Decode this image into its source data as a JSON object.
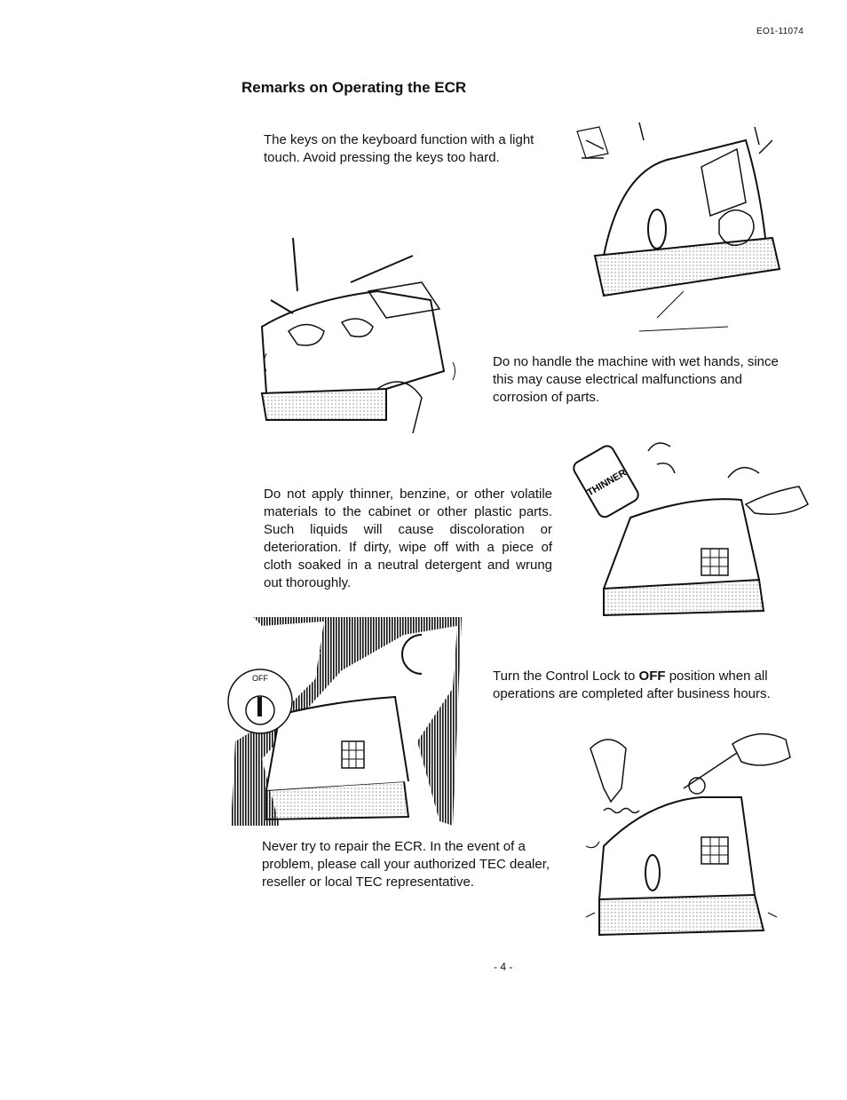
{
  "header": {
    "doc_id": "EO1-11074"
  },
  "section": {
    "title": "Remarks on Operating the ECR"
  },
  "remarks": [
    {
      "text": "The keys on the keyboard function with a light touch. Avoid pressing the keys too hard."
    },
    {
      "text": "Do no handle the machine with wet hands, since this may cause electrical malfunctions and corrosion of parts."
    },
    {
      "text": "Do not apply thinner, benzine, or other volatile materials to the cabinet or other plastic parts. Such liquids will cause discoloration or deterioration. If dirty, wipe off with a piece of cloth soaked in a neutral detergent and wrung out thoroughly."
    },
    {
      "text_before": "Turn the Control Lock to ",
      "text_bold": "OFF",
      "text_after": " position when all operations are completed after business hours."
    },
    {
      "text": "Never try to repair the ECR. In the event of a problem, please call your authorized TEC dealer, reseller or local TEC representative."
    }
  ],
  "illustrations": {
    "thinner_can_label": "THINNER",
    "control_lock_label": "OFF"
  },
  "footer": {
    "page_number": "- 4 -"
  }
}
